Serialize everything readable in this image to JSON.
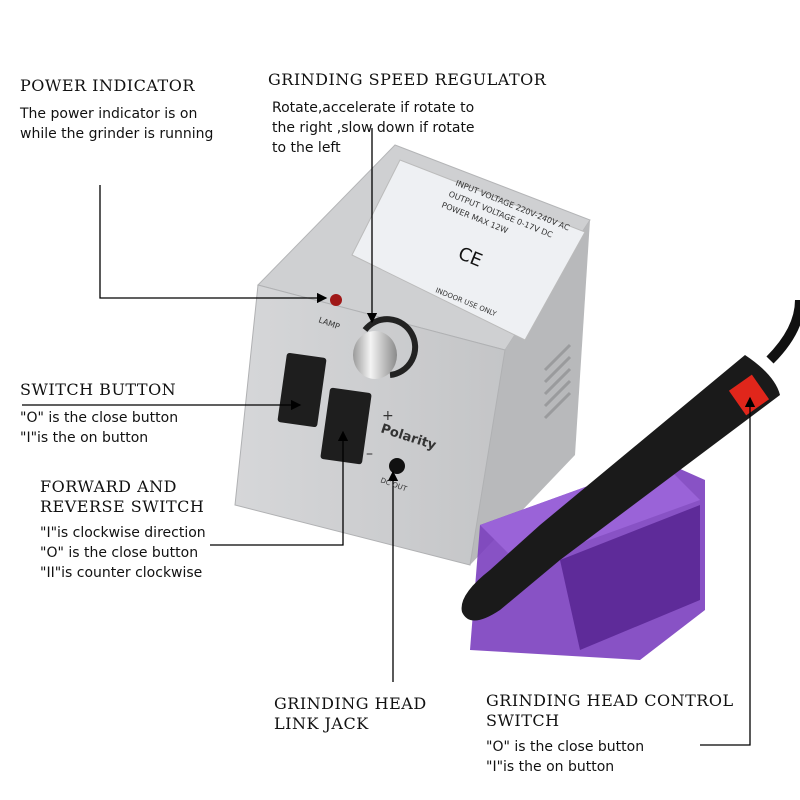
{
  "labels": {
    "power_indicator": {
      "title": "POWER INDICATOR",
      "desc": [
        "The power indicator is on",
        "while the grinder is running"
      ]
    },
    "speed_regulator": {
      "title": "GRINDING SPEED REGULATOR",
      "desc": [
        "Rotate,accelerate if rotate to",
        "the right ,slow down if rotate",
        "to the left"
      ]
    },
    "switch_button": {
      "title": "SWITCH BUTTON",
      "desc": [
        "\"O\" is the close button",
        " \"I\"is the on button"
      ]
    },
    "forward_reverse": {
      "title": [
        "FORWARD AND",
        "REVERSE SWITCH"
      ],
      "desc": [
        "\"I\"is clockwise direction",
        "\"O\" is the close button",
        "\"II\"is counter clockwise"
      ]
    },
    "link_jack": {
      "title": [
        "GRINDING HEAD",
        "LINK JACK"
      ]
    },
    "control_switch": {
      "title": [
        "GRINDING HEAD CONTROL",
        "SWITCH"
      ],
      "desc": [
        "\"O\" is the close button",
        "\"I\"is the on button"
      ]
    }
  },
  "device": {
    "panel": {
      "input": "INPUT VOLTAGE   220V-240V AC",
      "output": "OUTPUT VOLTAGE   0-17V DC",
      "power": "POWER MAX   12W",
      "ce": "CE",
      "indoor": "INDOOR USE ONLY"
    },
    "lamp": "LAMP",
    "polarity": "Polarity",
    "plus": "+",
    "minus": "–",
    "dc_out": "DC OUT"
  },
  "colors": {
    "body": "#c9cacc",
    "stand": "#7b3fbf",
    "switch_red": "#e0261b",
    "pen": "#1a1a1a"
  }
}
